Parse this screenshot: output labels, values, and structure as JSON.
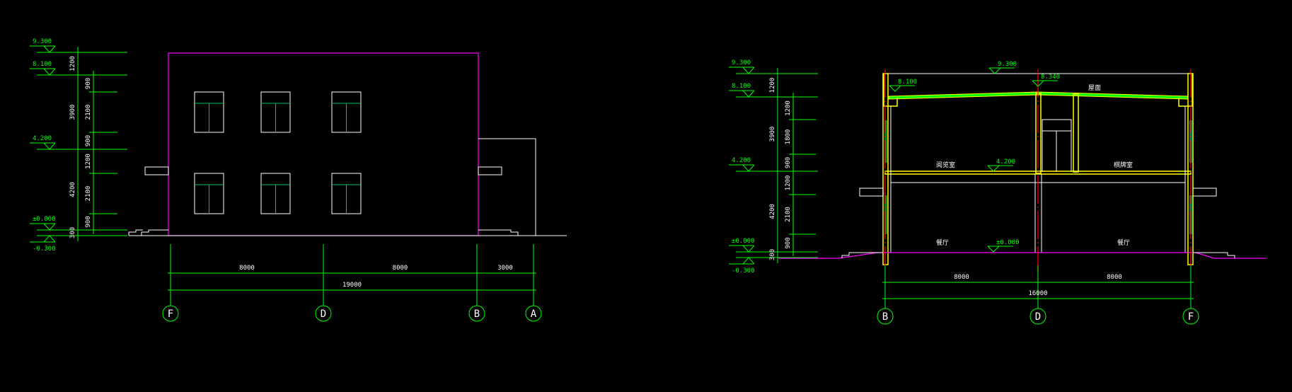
{
  "elevation": {
    "levels": [
      "9.300",
      "8.100",
      "4.200",
      "±0.000",
      "-0.300"
    ],
    "dims_outer": [
      "1200",
      "3900",
      "4200",
      "300"
    ],
    "dims_inner": [
      "900",
      "2100",
      "900",
      "1200",
      "2100",
      "900"
    ],
    "dims_bottom": [
      "8000",
      "8000",
      "3000"
    ],
    "dim_total": "19000",
    "axes": [
      "F",
      "D",
      "B",
      "A"
    ]
  },
  "section": {
    "levels": [
      "9.300",
      "8.100",
      "4.200",
      "±0.000",
      "-0.300"
    ],
    "dims_outer": [
      "1200",
      "3900",
      "4200",
      "300"
    ],
    "dims_inner": [
      "1200",
      "1800",
      "900",
      "1200",
      "2100",
      "900"
    ],
    "dims_bottom": [
      "8000",
      "8000"
    ],
    "dim_total": "16000",
    "axes": [
      "B",
      "D",
      "F"
    ],
    "inner_levels": {
      "roof_top": "9.300",
      "roof_eave": "8.100",
      "ridge": "8.340",
      "floor2": "4.200",
      "ground": "±0.000"
    },
    "rooms": {
      "roof": "屋面",
      "reading": "阅览室",
      "chess": "棋牌室",
      "dining_left": "餐厅",
      "dining_right": "餐厅"
    }
  },
  "colors": {
    "background": "#000000",
    "dimension": "#00ff00",
    "outline": "#ff00ff",
    "structure": "#ffff00",
    "axis": "#ff0000"
  }
}
